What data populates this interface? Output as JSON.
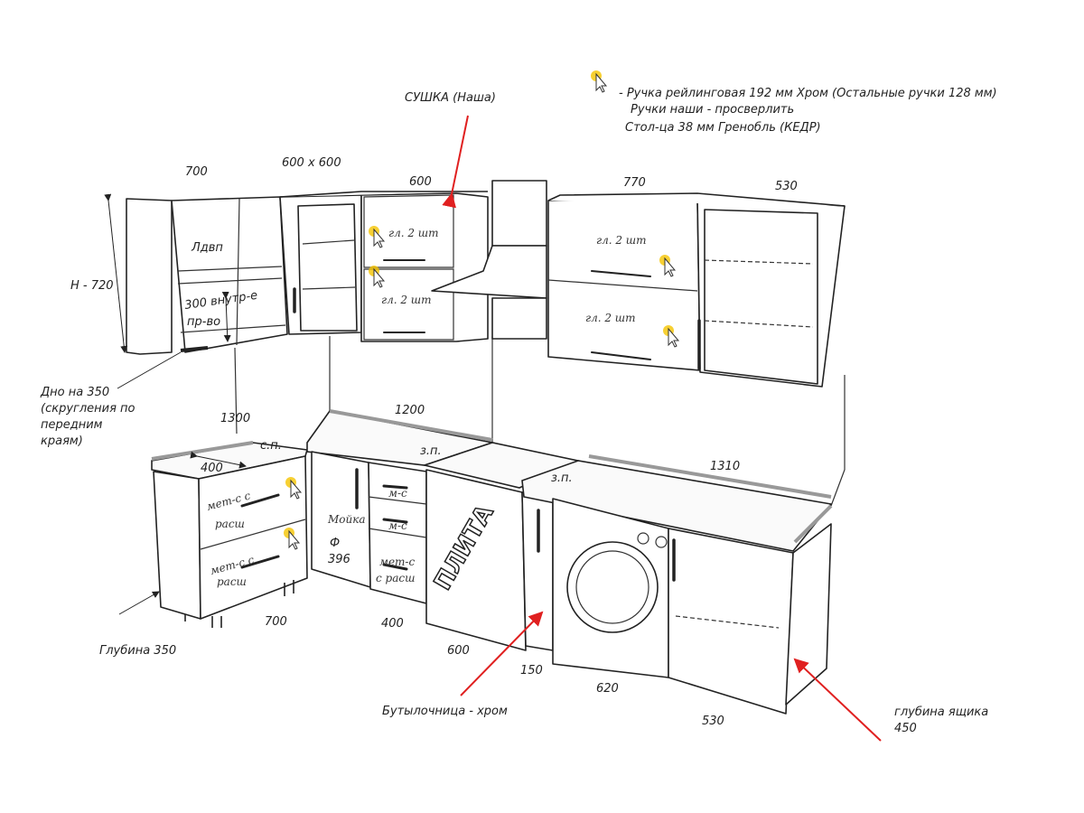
{
  "legend": {
    "line1": "- Ручка рейлинговая 192 мм Хром (Остальные ручки 128 мм)",
    "line2": "Ручки наши - просверлить",
    "line3": "Стол-ца 38 мм Гренобль (КЕДР)",
    "icon": "cursor-sparkle-icon"
  },
  "upper": {
    "dim_700": "700",
    "dim_600x600": "600 x 600",
    "dim_600": "600",
    "dryer_label": "СУШКА (Наша)",
    "dim_770": "770",
    "dim_530": "530",
    "height": "H - 720",
    "ldvp": "Лдвп",
    "inner_space_1": "300 внутр-е",
    "inner_space_2": "пр-во",
    "glass_1": "гл. 2 шт",
    "glass_2": "гл. 2 шт",
    "glass_3": "гл. 2 шт",
    "glass_4": "гл. 2 шт",
    "bottom_note": [
      "Дно на 350",
      "(скругления по",
      "передним",
      "краям)"
    ]
  },
  "counter": {
    "dim_1300": "1300",
    "dim_1200": "1200",
    "dim_1310": "1310",
    "sp": "с.п.",
    "zp_1": "з.п.",
    "zp_2": "з.п.",
    "dim_400": "400"
  },
  "lower": {
    "drawer_1": [
      "мет-с с",
      "расш"
    ],
    "drawer_2": [
      "мет-с с",
      "расш"
    ],
    "sink": "Мойка",
    "sink_phi": "Ф",
    "sink_size": "396",
    "ms_1": "м-с",
    "ms_2": "м-с",
    "ms_3": [
      "мет-с",
      "с расш"
    ],
    "stove": "ПЛИТА",
    "dim_700": "700",
    "dim_400": "400",
    "dim_600": "600",
    "dim_150": "150",
    "dim_620": "620",
    "dim_530": "530",
    "depth_350": "Глубина 350",
    "bottle": "Бутылочница - хром",
    "drawer_depth": [
      "глубина ящика",
      "450"
    ]
  }
}
